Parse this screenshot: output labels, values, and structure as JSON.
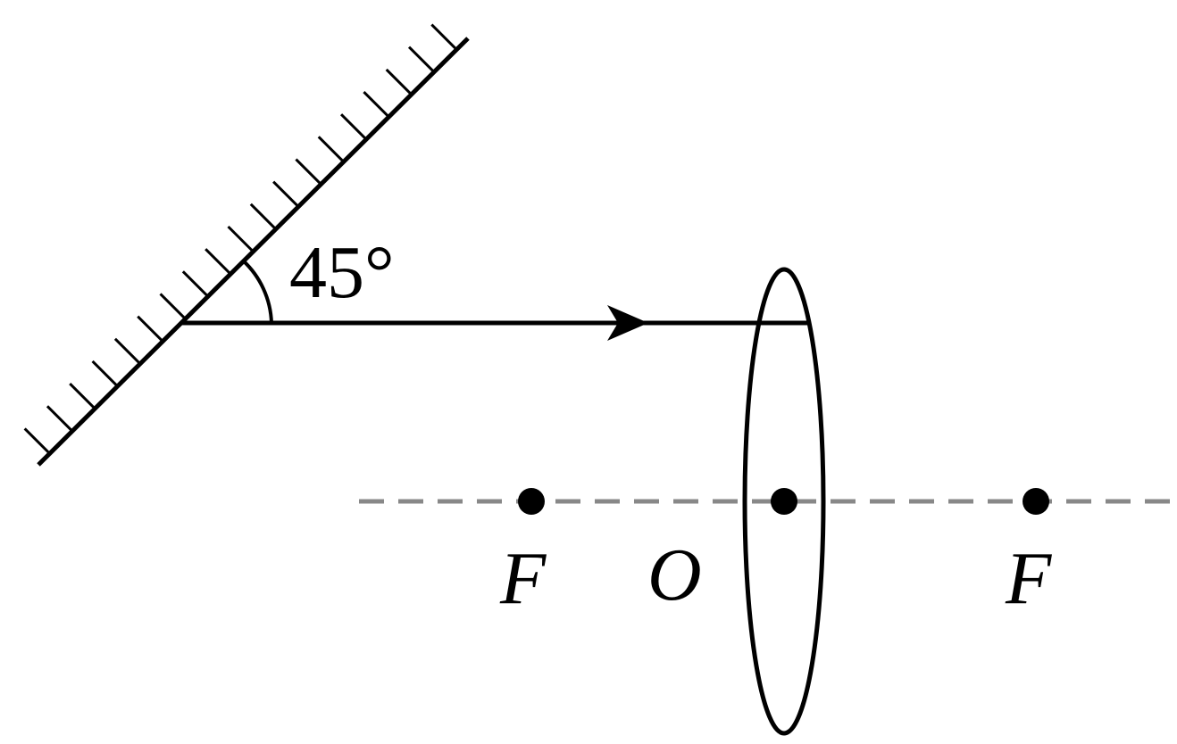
{
  "angle_label": "45°",
  "labels": {
    "focus_left": "F",
    "center": "O",
    "focus_right": "F"
  },
  "colors": {
    "stroke": "#000000",
    "axis": "#888888",
    "background": "#ffffff"
  }
}
